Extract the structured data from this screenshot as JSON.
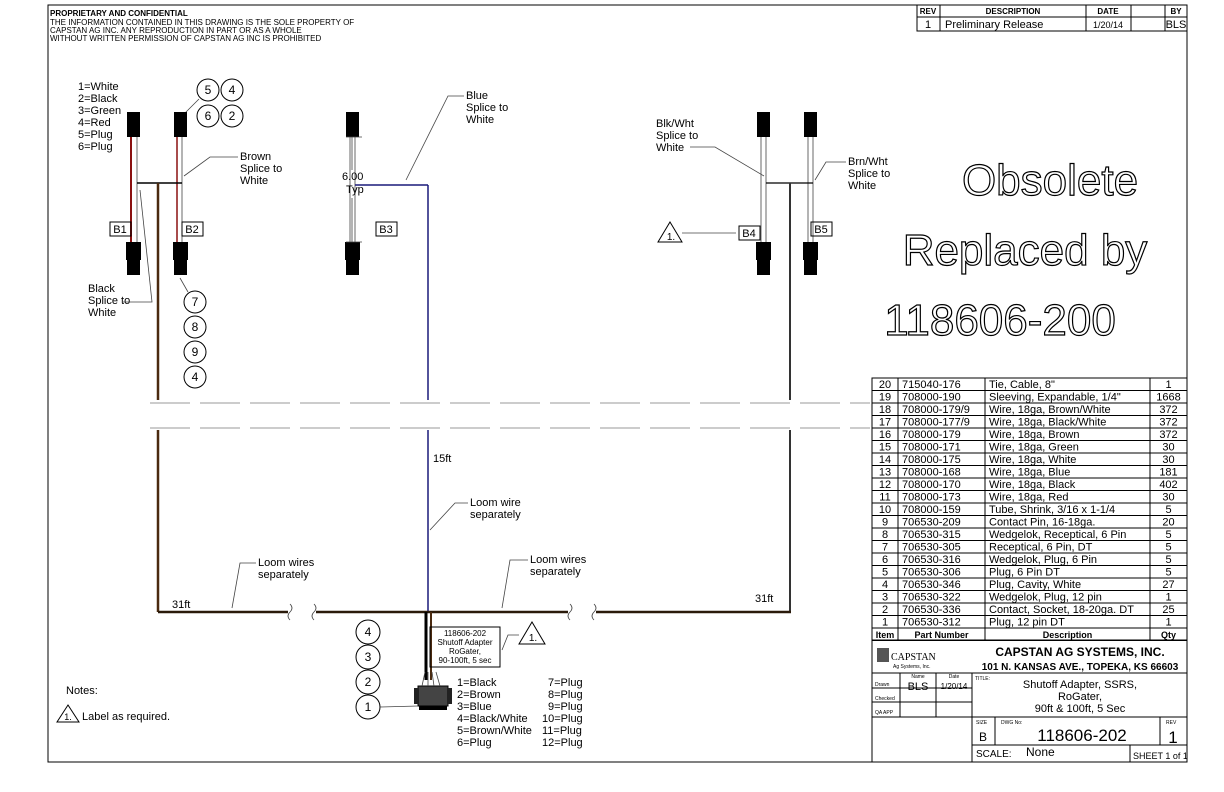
{
  "header": {
    "conf_title": "PROPRIETARY AND CONFIDENTIAL",
    "conf_lines": [
      "THE INFORMATION CONTAINED IN THIS DRAWING IS THE SOLE PROPERTY OF",
      "CAPSTAN AG INC. ANY REPRODUCTION IN PART OR AS A WHOLE",
      "WITHOUT WRITTEN PERMISSION OF CAPSTAN AG INC IS PROHIBITED"
    ]
  },
  "revision": {
    "headers": [
      "REV",
      "DESCRIPTION",
      "DATE",
      "BY"
    ],
    "rows": [
      [
        "1",
        "Preliminary Release",
        "1/20/14",
        "BLS"
      ]
    ]
  },
  "pin_legend_6": [
    "1=White",
    "2=Black",
    "3=Green",
    "4=Red",
    "5=Plug",
    "6=Plug"
  ],
  "pin_legend_12": [
    "1=Black",
    "2=Brown",
    "3=Blue",
    "4=Black/White",
    "5=Brown/White",
    "6=Plug",
    "7=Plug",
    "8=Plug",
    "9=Plug",
    "10=Plug",
    "11=Plug",
    "12=Plug"
  ],
  "balloons_top": [
    "5",
    "4",
    "6",
    "2"
  ],
  "balloons_mid": [
    "7",
    "8",
    "9",
    "4"
  ],
  "balloons_bottom": [
    "4",
    "3",
    "2",
    "1"
  ],
  "connectors": [
    "B1",
    "B2",
    "B3",
    "B4",
    "B5"
  ],
  "callouts": {
    "brown_splice": [
      "Brown",
      "Splice to",
      "White"
    ],
    "black_splice": [
      "Black",
      "Splice to",
      "White"
    ],
    "blue_splice": [
      "Blue",
      "Splice to",
      "White"
    ],
    "blkwht_splice": [
      "Blk/Wht",
      "Splice to",
      "White"
    ],
    "brnwht_splice": [
      "Brn/Wht",
      "Splice to",
      "White"
    ],
    "dim_value": "6.00",
    "dim_typ": "Typ",
    "len_15": "15ft",
    "len_31_left": "31ft",
    "len_31_right": "31ft",
    "loom_wire": [
      "Loom wire",
      "separately"
    ],
    "loom_wires_left": [
      "Loom wires",
      "separately"
    ],
    "loom_wires_right": [
      "Loom wires",
      "separately"
    ],
    "note_flag": "1.",
    "tag_label": [
      "118606-202",
      "Shutoff Adapter",
      "RoGater,",
      "90-100ft, 5 sec"
    ]
  },
  "notes": {
    "title": "Notes:",
    "items": [
      "Label as required."
    ]
  },
  "stamp": [
    "Obsolete",
    "Replaced by",
    "118606-200"
  ],
  "bom": {
    "headers": [
      "Item",
      "Part Number",
      "Description",
      "Qty"
    ],
    "rows": [
      [
        "20",
        "715040-176",
        "Tie, Cable, 8\"",
        "1"
      ],
      [
        "19",
        "708000-190",
        "Sleeving, Expandable, 1/4\"",
        "1668"
      ],
      [
        "18",
        "708000-179/9",
        "Wire, 18ga, Brown/White",
        "372"
      ],
      [
        "17",
        "708000-177/9",
        "Wire, 18ga, Black/White",
        "372"
      ],
      [
        "16",
        "708000-179",
        "Wire, 18ga, Brown",
        "372"
      ],
      [
        "15",
        "708000-171",
        "Wire, 18ga, Green",
        "30"
      ],
      [
        "14",
        "708000-175",
        "Wire, 18ga, White",
        "30"
      ],
      [
        "13",
        "708000-168",
        "Wire, 18ga, Blue",
        "181"
      ],
      [
        "12",
        "708000-170",
        "Wire, 18ga, Black",
        "402"
      ],
      [
        "11",
        "708000-173",
        "Wire, 18ga, Red",
        "30"
      ],
      [
        "10",
        "708000-159",
        "Tube, Shrink, 3/16 x 1-1/4",
        "5"
      ],
      [
        "9",
        "706530-209",
        "Contact Pin, 16-18ga.",
        "20"
      ],
      [
        "8",
        "706530-315",
        "Wedgelok, Receptical, 6 Pin",
        "5"
      ],
      [
        "7",
        "706530-305",
        "Receptical, 6 Pin, DT",
        "5"
      ],
      [
        "6",
        "706530-316",
        "Wedgelok, Plug, 6 Pin",
        "5"
      ],
      [
        "5",
        "706530-306",
        "Plug, 6 Pin DT",
        "5"
      ],
      [
        "4",
        "706530-346",
        "Plug, Cavity, White",
        "27"
      ],
      [
        "3",
        "706530-322",
        "Wedgelok, Plug, 12 pin",
        "1"
      ],
      [
        "2",
        "706530-336",
        "Contact, Socket, 18-20ga. DT",
        "25"
      ],
      [
        "1",
        "706530-312",
        "Plug, 12 pin DT",
        "1"
      ]
    ]
  },
  "title_block": {
    "logo_name": "CAPSTAN",
    "logo_sub": "Ag Systems, Inc.",
    "company": "CAPSTAN AG SYSTEMS, INC.",
    "address": "101 N. KANSAS AVE., TOPEKA, KS 66603",
    "name_hdr": "Name",
    "date_hdr": "Date",
    "drawn_lbl": "Drawn",
    "checked_lbl": "Checked",
    "qa_lbl": "QA APP",
    "drawn_name": "BLS",
    "drawn_date": "1/20/14",
    "title_lbl": "TITLE:",
    "title_lines": [
      "Shutoff Adapter, SSRS,",
      "RoGater,",
      "90ft & 100ft, 5 Sec"
    ],
    "size_lbl": "SIZE",
    "size": "B",
    "dwg_lbl": "DWG No:",
    "dwg_no": "118606-202",
    "rev_lbl": "REV",
    "rev": "1",
    "scale_lbl": "SCALE:",
    "scale": "None",
    "sheet": "SHEET 1 of 1"
  },
  "colors": {
    "blue_wire": "#1a1a7a",
    "brown_wire": "#4a2a10",
    "red_wire": "#8a1010"
  }
}
